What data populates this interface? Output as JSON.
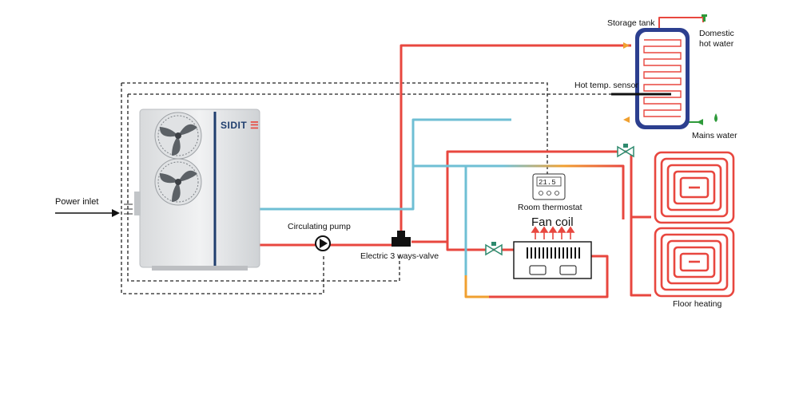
{
  "brand": {
    "name": "SIDIT",
    "mark": "☰"
  },
  "labels": {
    "power_inlet": "Power inlet",
    "circulating_pump": "Circulating pump",
    "valve": "Electric 3 ways-valve",
    "storage_tank": "Storage tank",
    "domestic_line1": "Domestic",
    "domestic_line2": "hot water",
    "hot_temp_sensor": "Hot temp. sensor",
    "mains_water": "Mains water",
    "room_thermostat": "Room thermostat",
    "fan_coil": "Fan coil",
    "floor_heating": "Floor heating"
  },
  "thermostat": {
    "display": "21.5"
  },
  "colors": {
    "hot_pipe": "#e8473f",
    "cold_pipe": "#6fbfd4",
    "mix_pipe": "#f0a030",
    "control_line": "#222222",
    "tank_blue": "#2c3f8f",
    "water_green": "#2e9a3a"
  }
}
